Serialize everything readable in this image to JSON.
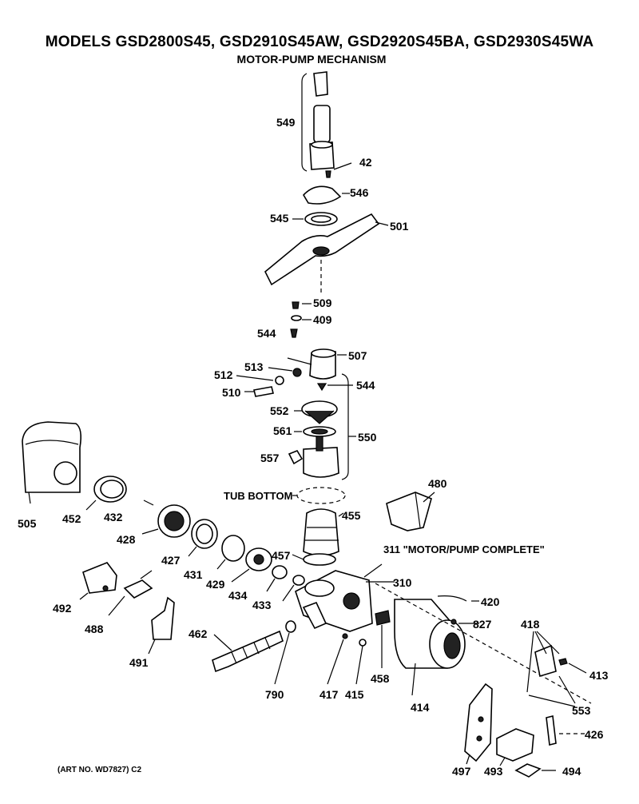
{
  "header": {
    "models": "MODELS GSD2800S45, GSD2910S45AW, GSD2920S45BA, GSD2930S45WA",
    "subtitle": "MOTOR-PUMP MECHANISM"
  },
  "footer": {
    "art_no": "(ART NO. WD7827) C2"
  },
  "annotations": {
    "tub_bottom": "TUB BOTTOM",
    "motor_pump_complete": "311 \"MOTOR/PUMP COMPLETE\""
  },
  "parts": [
    {
      "id": "p549",
      "text": "549"
    },
    {
      "id": "p42",
      "text": "42"
    },
    {
      "id": "p546",
      "text": "546"
    },
    {
      "id": "p545",
      "text": "545"
    },
    {
      "id": "p501",
      "text": "501"
    },
    {
      "id": "p509",
      "text": "509"
    },
    {
      "id": "p409",
      "text": "409"
    },
    {
      "id": "p544a",
      "text": "544"
    },
    {
      "id": "p507",
      "text": "507"
    },
    {
      "id": "p513",
      "text": "513"
    },
    {
      "id": "p512",
      "text": "512"
    },
    {
      "id": "p544b",
      "text": "544"
    },
    {
      "id": "p510",
      "text": "510"
    },
    {
      "id": "p552",
      "text": "552"
    },
    {
      "id": "p561",
      "text": "561"
    },
    {
      "id": "p550",
      "text": "550"
    },
    {
      "id": "p557",
      "text": "557"
    },
    {
      "id": "p480",
      "text": "480"
    },
    {
      "id": "p455",
      "text": "455"
    },
    {
      "id": "p505",
      "text": "505"
    },
    {
      "id": "p452",
      "text": "452"
    },
    {
      "id": "p432",
      "text": "432"
    },
    {
      "id": "p428",
      "text": "428"
    },
    {
      "id": "p427",
      "text": "427"
    },
    {
      "id": "p431",
      "text": "431"
    },
    {
      "id": "p429",
      "text": "429"
    },
    {
      "id": "p434",
      "text": "434"
    },
    {
      "id": "p457",
      "text": "457"
    },
    {
      "id": "p433",
      "text": "433"
    },
    {
      "id": "p310",
      "text": "310"
    },
    {
      "id": "p420",
      "text": "420"
    },
    {
      "id": "p827",
      "text": "827"
    },
    {
      "id": "p492",
      "text": "492"
    },
    {
      "id": "p488",
      "text": "488"
    },
    {
      "id": "p491",
      "text": "491"
    },
    {
      "id": "p462",
      "text": "462"
    },
    {
      "id": "p790",
      "text": "790"
    },
    {
      "id": "p417",
      "text": "417"
    },
    {
      "id": "p415",
      "text": "415"
    },
    {
      "id": "p458",
      "text": "458"
    },
    {
      "id": "p414",
      "text": "414"
    },
    {
      "id": "p418",
      "text": "418"
    },
    {
      "id": "p413",
      "text": "413"
    },
    {
      "id": "p553",
      "text": "553"
    },
    {
      "id": "p426",
      "text": "426"
    },
    {
      "id": "p497",
      "text": "497"
    },
    {
      "id": "p493",
      "text": "493"
    },
    {
      "id": "p494",
      "text": "494"
    }
  ]
}
